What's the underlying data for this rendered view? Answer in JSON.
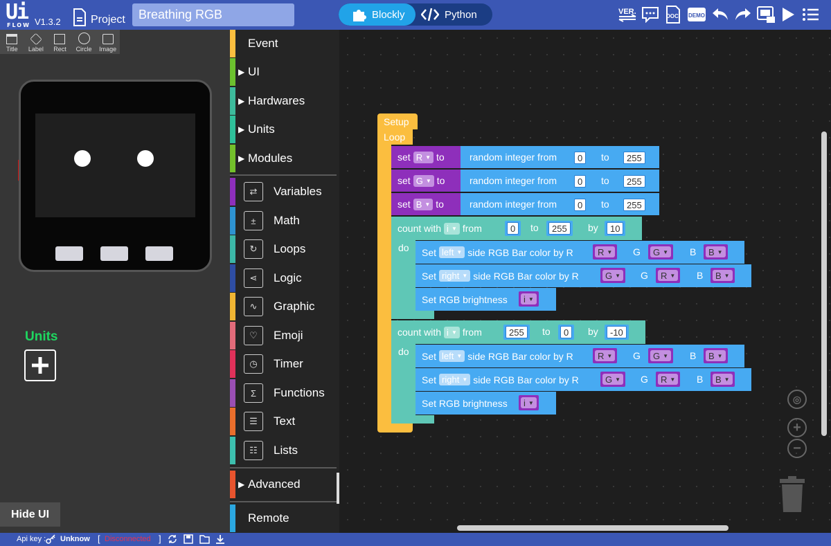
{
  "app": {
    "logo_text": "Ui",
    "logo_sub": "FLOW",
    "version": "V1.3.2",
    "project_label": "Project",
    "project_name": "Breathing RGB"
  },
  "modes": {
    "blockly": "Blockly",
    "python": "Python"
  },
  "toolbar_icons": [
    "version-icon",
    "chat-icon",
    "doc-icon",
    "demo-icon",
    "undo-icon",
    "redo-icon",
    "device-icon",
    "run-icon",
    "menu-icon"
  ],
  "toolbar_labels": {
    "ver": "VER.",
    "doc": "DOC",
    "demo": "DEMO"
  },
  "shape_tools": [
    "Title",
    "Label",
    "Rect",
    "Circle",
    "Image"
  ],
  "units": {
    "label": "Units"
  },
  "hide_ui": "Hide UI",
  "categories_top": [
    {
      "label": "Event",
      "color": "#fbbe3f",
      "arrow": false
    },
    {
      "label": "UI",
      "color": "#6cc12e",
      "arrow": true
    },
    {
      "label": "Hardwares",
      "color": "#3dbb9c",
      "arrow": true
    },
    {
      "label": "Units",
      "color": "#2fc09a",
      "arrow": true
    },
    {
      "label": "Modules",
      "color": "#73c02b",
      "arrow": true
    }
  ],
  "categories_main": [
    {
      "label": "Variables",
      "color": "#8e2fbb",
      "icon": "shuffle-icon",
      "glyph": "⇄"
    },
    {
      "label": "Math",
      "color": "#2e93d1",
      "icon": "math-icon",
      "glyph": "±"
    },
    {
      "label": "Loops",
      "color": "#3cb7a7",
      "icon": "loop-icon",
      "glyph": "↻"
    },
    {
      "label": "Logic",
      "color": "#2e4da3",
      "icon": "logic-icon",
      "glyph": "⋖"
    },
    {
      "label": "Graphic",
      "color": "#f0b533",
      "icon": "graphic-icon",
      "glyph": "∿"
    },
    {
      "label": "Emoji",
      "color": "#e26b7a",
      "icon": "emoji-icon",
      "glyph": "♡"
    },
    {
      "label": "Timer",
      "color": "#e0315a",
      "icon": "timer-icon",
      "glyph": "◷"
    },
    {
      "label": "Functions",
      "color": "#9a4fb4",
      "icon": "functions-icon",
      "glyph": "Σ"
    },
    {
      "label": "Text",
      "color": "#ea6e2c",
      "icon": "text-icon",
      "glyph": "☰"
    },
    {
      "label": "Lists",
      "color": "#3dbfae",
      "icon": "list-icon",
      "glyph": "☷"
    }
  ],
  "categories_bottom": [
    {
      "label": "Advanced",
      "color": "#e8542e",
      "arrow": true
    },
    {
      "label": "Remote",
      "color": "#2ba7e0",
      "arrow": false
    }
  ],
  "blocks": {
    "setup": "Setup",
    "loop": "Loop",
    "set": "set",
    "to": "to",
    "random": "random integer from",
    "rand_to": "to",
    "vars": [
      "R",
      "G",
      "B"
    ],
    "rand_min": "0",
    "rand_max": "255",
    "count_with": "count with",
    "loop_var": "i",
    "from": "from",
    "by": "by",
    "do": "do",
    "loop1": {
      "from": "0",
      "to": "255",
      "by": "10"
    },
    "loop2": {
      "from": "255",
      "to": "0",
      "by": "-10"
    },
    "set_word": "Set",
    "side_text": "side RGB Bar color by R",
    "g_word": "G",
    "b_word": "B",
    "left": "left",
    "right": "right",
    "left_vals": [
      "R",
      "G",
      "B"
    ],
    "right_vals": [
      "G",
      "R",
      "B"
    ],
    "brightness": "Set RGB brightness"
  },
  "statusbar": {
    "api_key_label": "Api key :",
    "api_key_value": "Unknow",
    "status": "Disconnected",
    "status_color": "#e8344e"
  }
}
